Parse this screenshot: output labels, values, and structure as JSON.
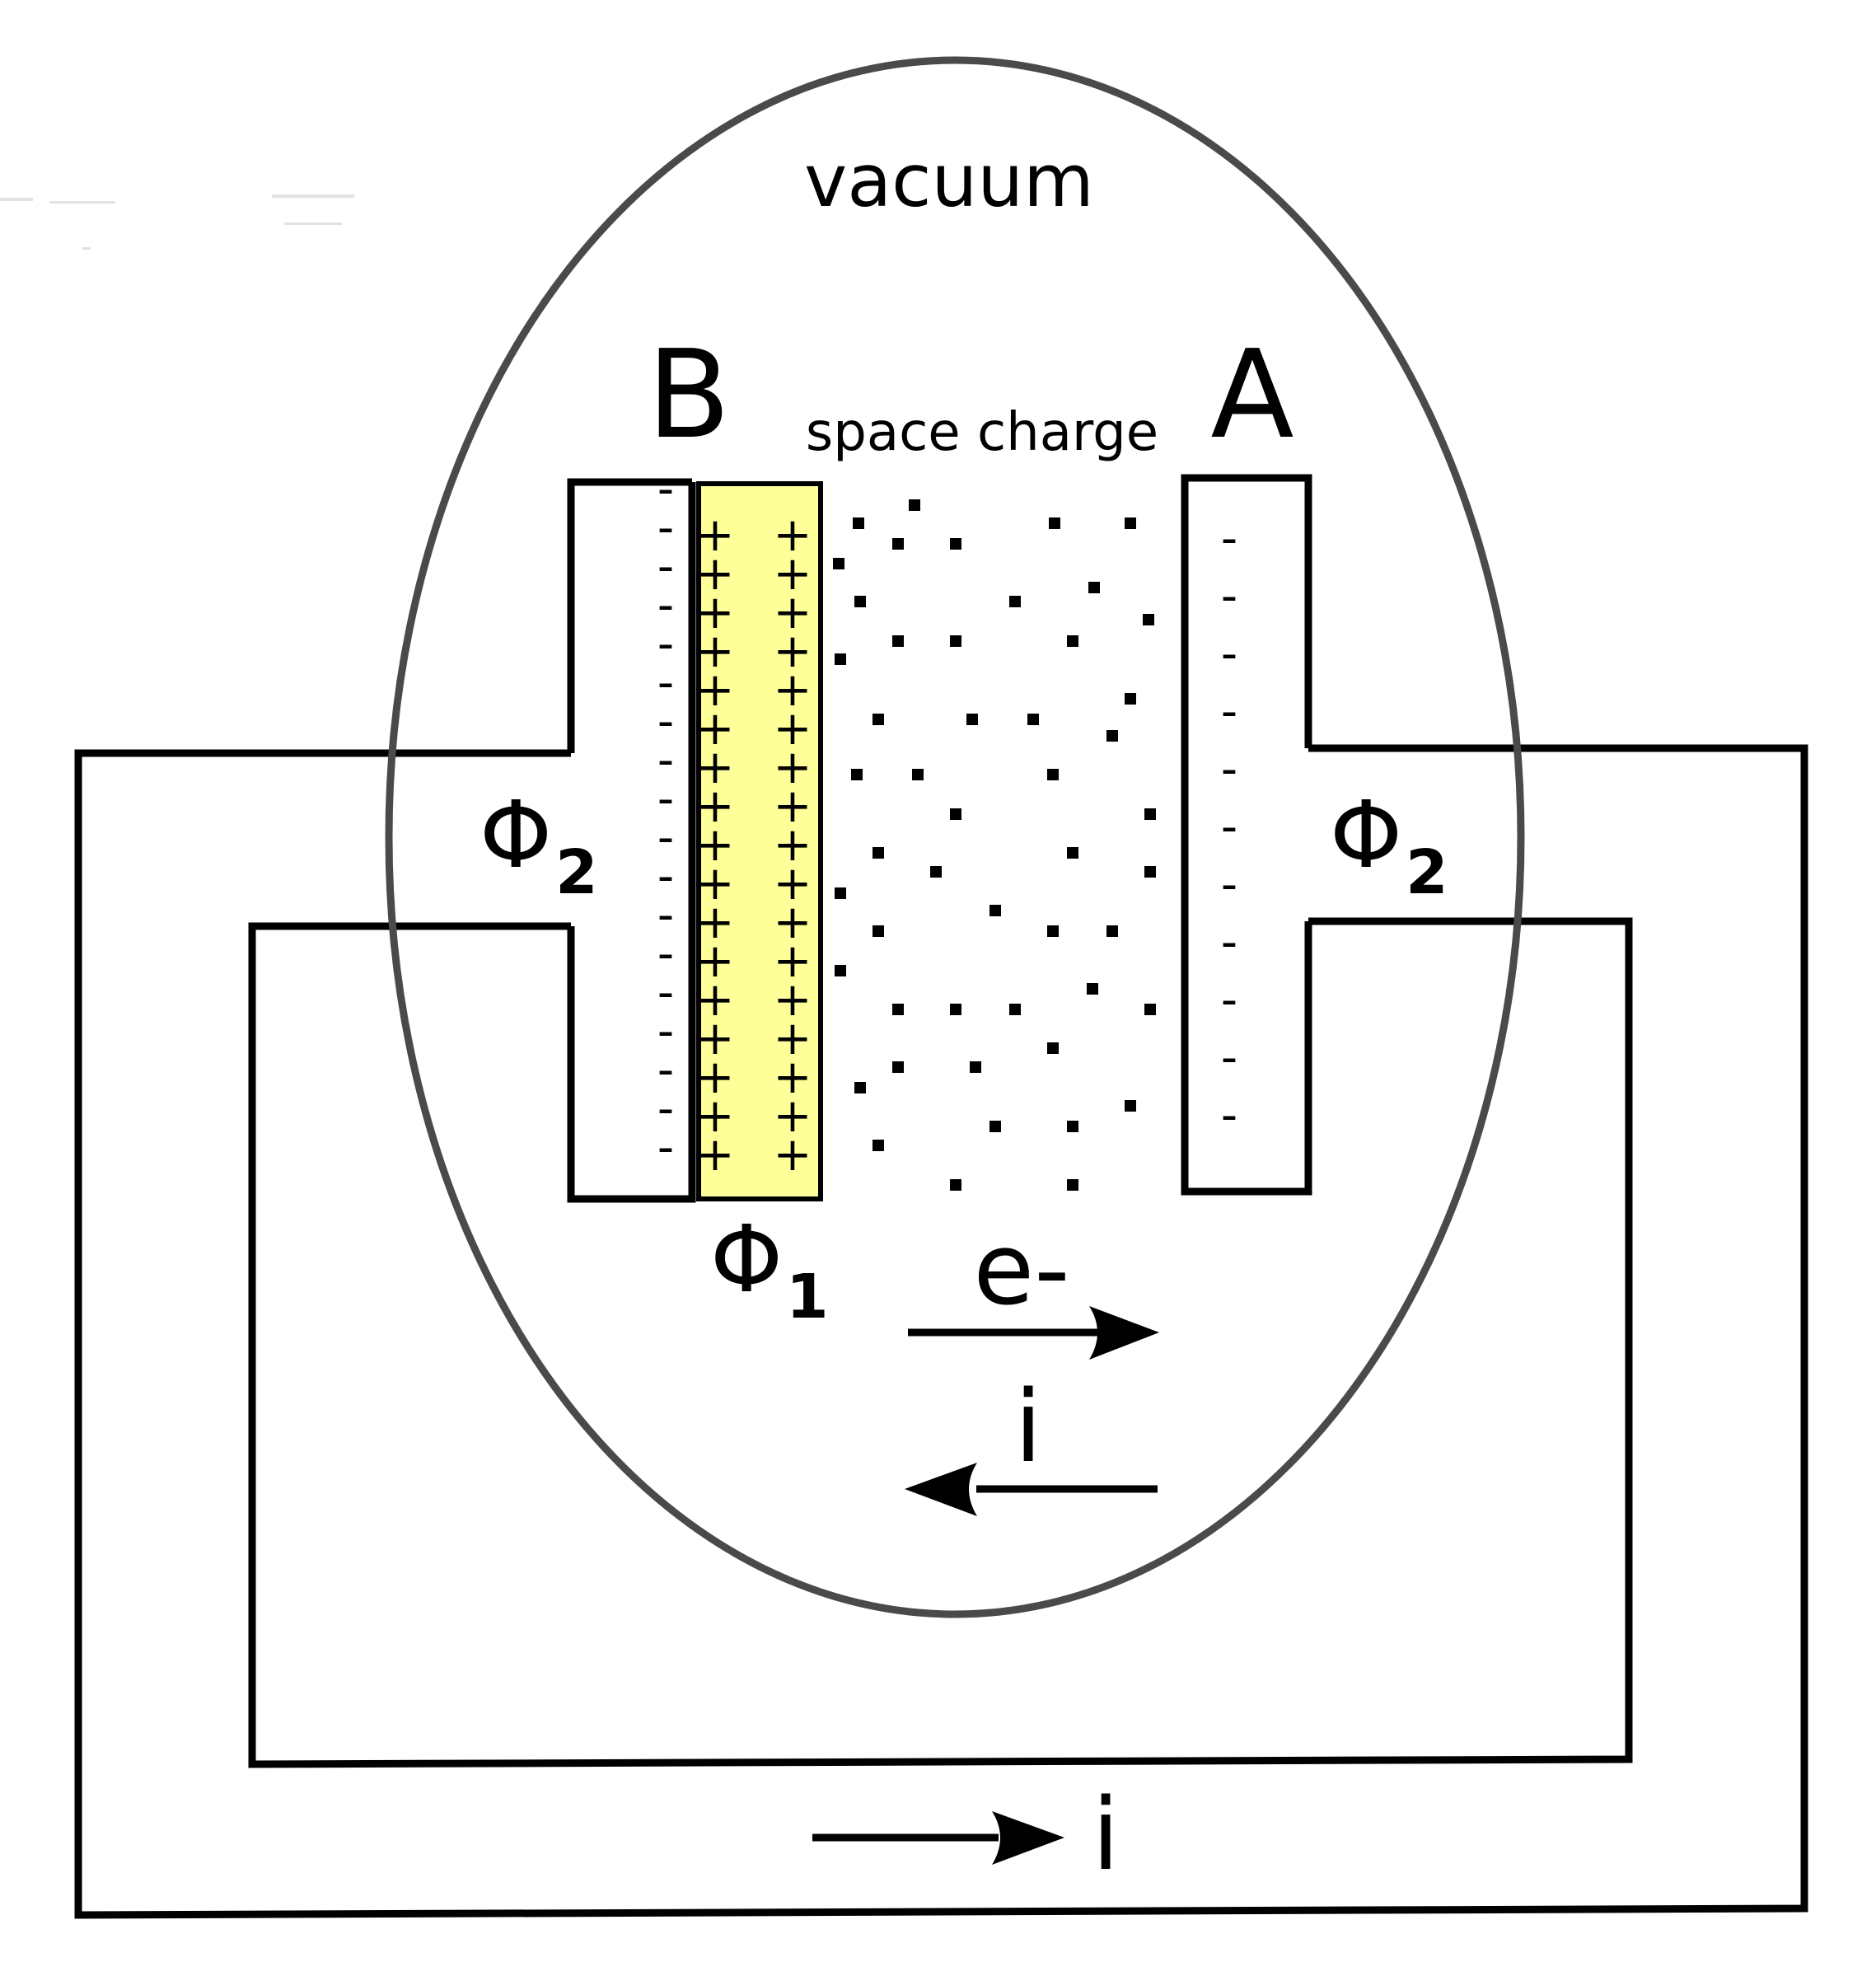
{
  "labels": {
    "vacuum": "vacuum",
    "electrode_b": "B",
    "electrode_a": "A",
    "space_charge": "space charge",
    "phi": "Φ",
    "phi1_sub": "1",
    "phi2_sub": "2",
    "electron": "e-",
    "current": "i",
    "minus": "-",
    "plus": "+"
  },
  "colors": {
    "emitter_layer": "#ffff99",
    "vacuum_outline": "#4a4a4a",
    "stroke": "#000000"
  }
}
